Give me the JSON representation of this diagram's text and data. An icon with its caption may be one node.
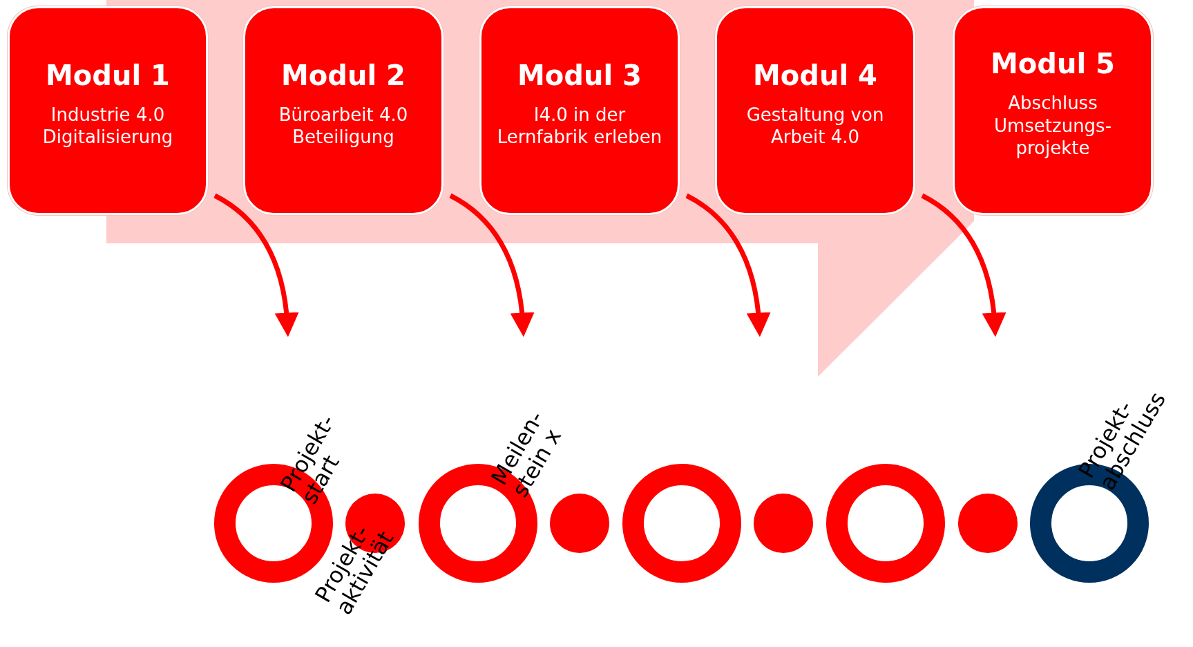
{
  "diagram": {
    "nodes": [
      {
        "text": [
          "Modul 1",
          "Industrie 4.0 Digitalisierung"
        ]
      },
      {
        "text": [
          "Modul 2",
          "Büroarbeit 4.0 Beteiligung"
        ]
      },
      {
        "text": [
          "Modul 3",
          "I4.0 in der Lernfabrik erleben"
        ]
      },
      {
        "text": [
          "Modul 4",
          "Gestaltung von Arbeit 4.0"
        ]
      },
      {
        "text": [
          "Modul 5",
          "Abschluss Umsetzungs- projekte"
        ]
      },
      {
        "text": [],
        "shape": "ring",
        "beside": [
          "Projekt- start"
        ]
      },
      {
        "text": [],
        "shape": "circle",
        "beside": [
          "Projekt- aktivität"
        ]
      },
      {
        "text": [],
        "shape": "ring",
        "beside": [
          "Meilen- stein x"
        ]
      },
      {
        "text": [],
        "shape": "circle"
      },
      {
        "text": [],
        "shape": "ring"
      },
      {
        "text": [],
        "shape": "circle"
      },
      {
        "text": [],
        "shape": "ring"
      },
      {
        "text": [],
        "shape": "circle"
      },
      {
        "text": [],
        "shape": "ring",
        "beside": [
          "Projekt- abschluss"
        ]
      }
    ],
    "edges": [
      {
        "from": 0,
        "to": null,
        "arrow": "to"
      },
      {
        "from": 1,
        "to": null,
        "arrow": "to"
      },
      {
        "from": 2,
        "to": null,
        "arrow": "to"
      },
      {
        "from": 3,
        "to": null,
        "arrow": "to"
      }
    ]
  }
}
